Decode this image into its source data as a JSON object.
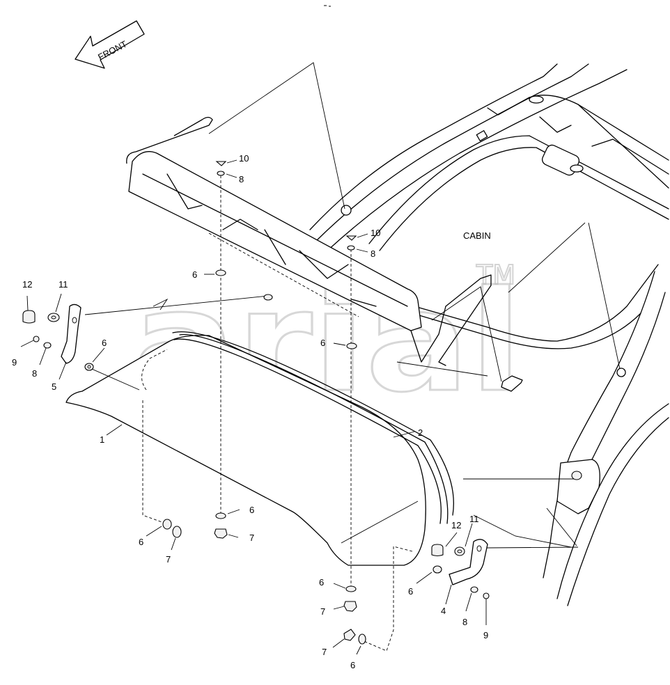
{
  "diagram": {
    "direction_label": "FRONT",
    "area_label": "CABIN",
    "callouts": {
      "c1": "1",
      "c2": "2",
      "c4": "4",
      "c5": "5",
      "c6a": "6",
      "c6b": "6",
      "c6c": "6",
      "c6d": "6",
      "c6e": "6",
      "c6f": "6",
      "c6g": "6",
      "c6h": "6",
      "c7a": "7",
      "c7b": "7",
      "c7c": "7",
      "c7d": "7",
      "c8a": "8",
      "c8b": "8",
      "c8c": "8",
      "c8d": "8",
      "c9a": "9",
      "c9b": "9",
      "c10a": "10",
      "c10b": "10",
      "c11a": "11",
      "c11b": "11",
      "c12a": "12",
      "c12b": "12"
    }
  },
  "watermark": {
    "text": "arial",
    "tm": "TM"
  }
}
